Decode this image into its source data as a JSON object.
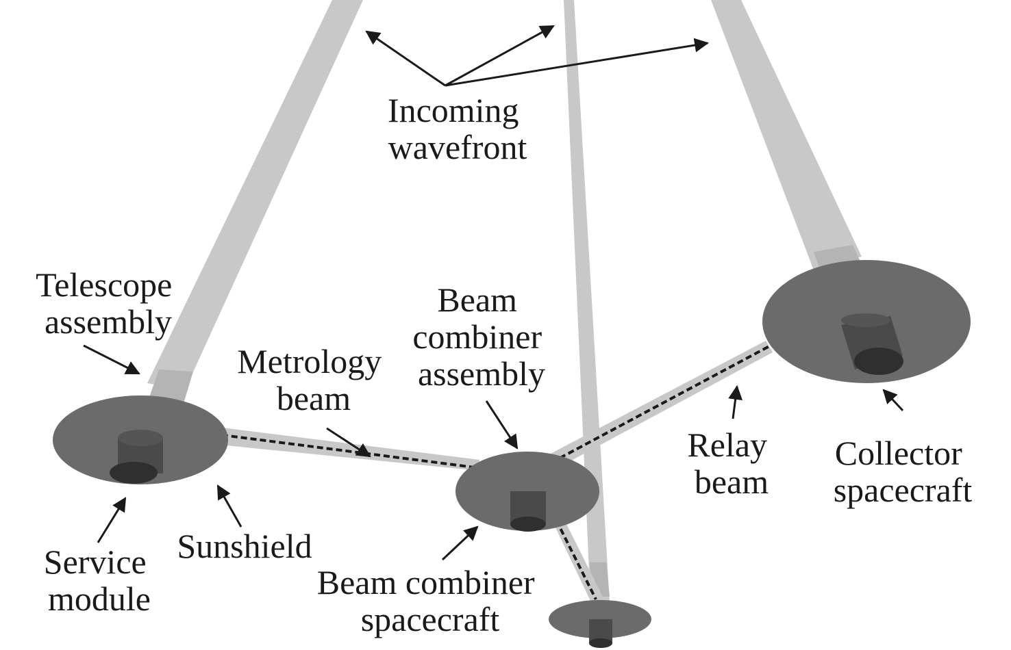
{
  "labels": {
    "incoming_wavefront": [
      "Incoming",
      "wavefront"
    ],
    "telescope_assembly": [
      "Telescope",
      "assembly"
    ],
    "metrology_beam": [
      "Metrology",
      "beam"
    ],
    "beam_combiner_assembly": [
      "Beam",
      "combiner",
      "assembly"
    ],
    "relay_beam": [
      "Relay",
      "beam"
    ],
    "collector_spacecraft": [
      "Collector",
      "spacecraft"
    ],
    "service_module": [
      "Service",
      "module"
    ],
    "sunshield": [
      "Sunshield"
    ],
    "beam_combiner_spacecraft": [
      "Beam combiner",
      "spacecraft"
    ]
  },
  "colors": {
    "beam": "#c8c8c8",
    "beam_dark": "#b4b4b4",
    "sunshield": "#6b6b6b",
    "module": "#4a4a4a",
    "module_top": "#2f2f2f",
    "arrow": "#1a1a1a"
  }
}
